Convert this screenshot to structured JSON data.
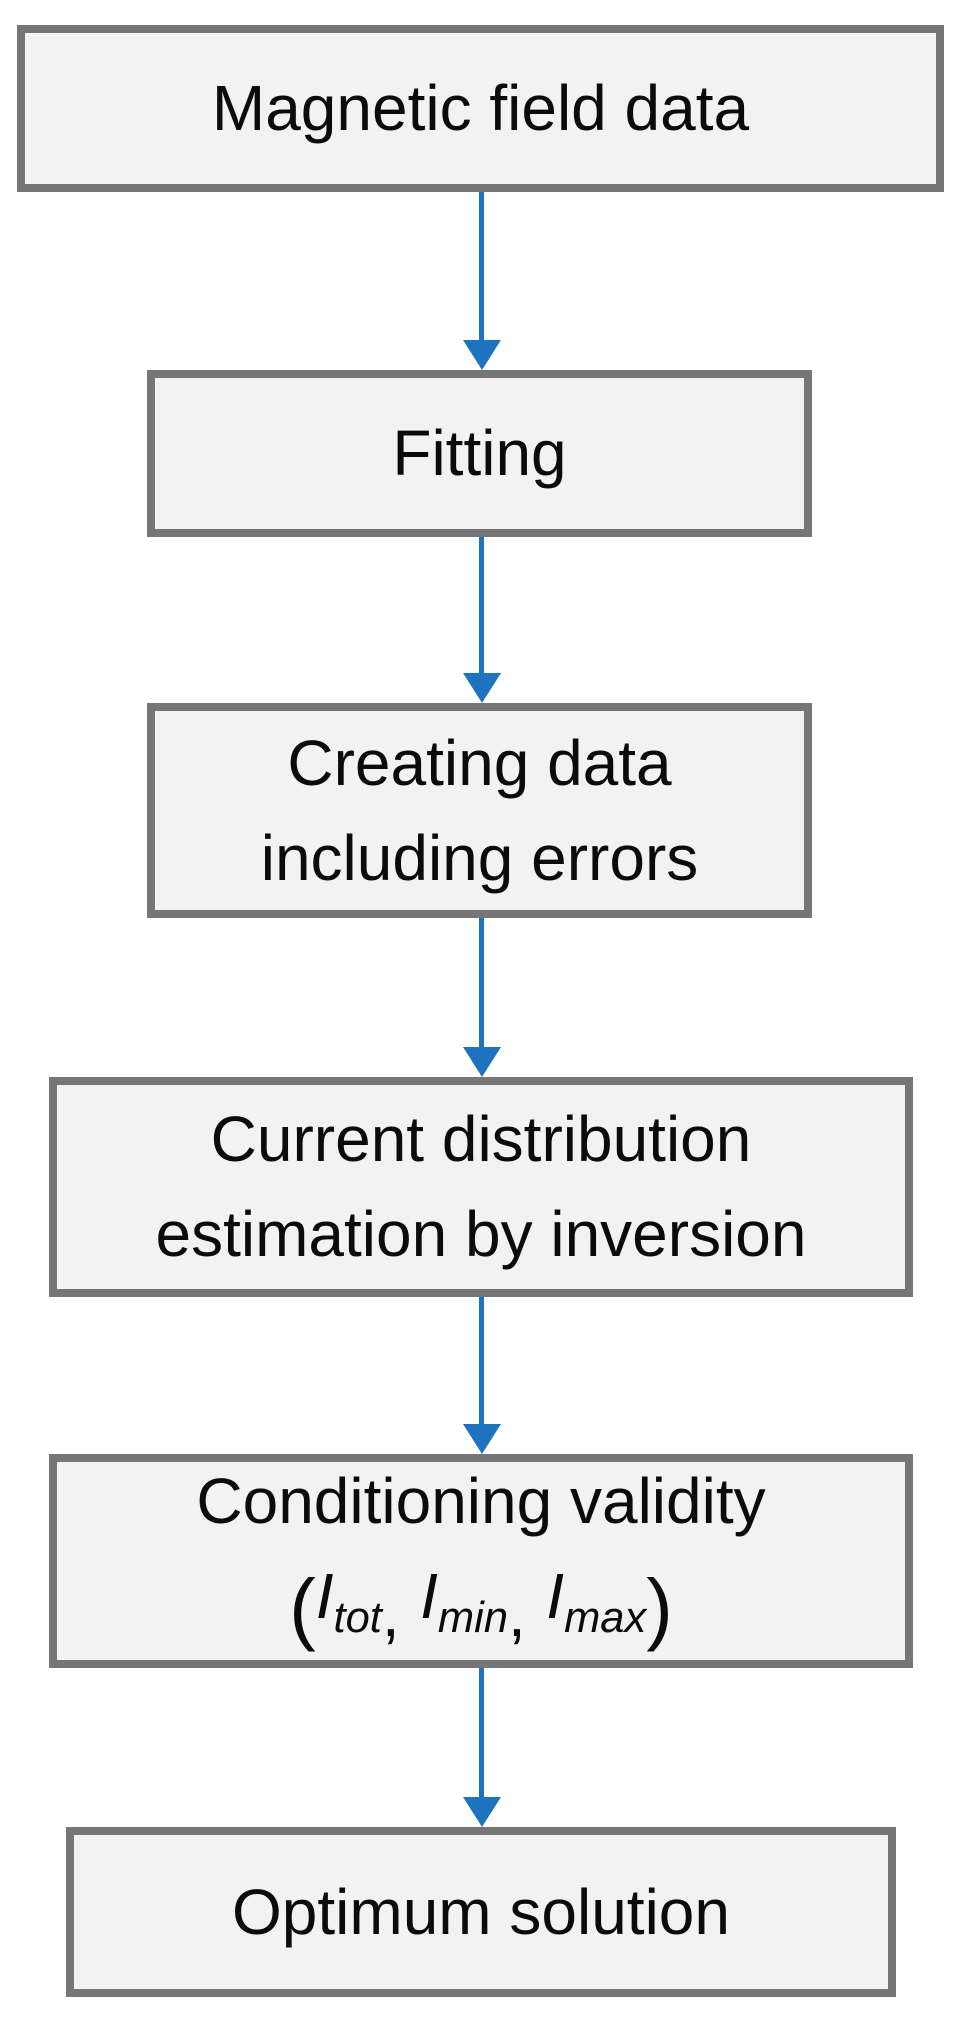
{
  "flowchart": {
    "colors": {
      "background": "#FFFFFF",
      "box_fill": "#F2F2F2",
      "box_border": "#767676",
      "arrow": "#1E73BE",
      "text": "#0B0B0B"
    },
    "nodes": [
      {
        "id": "magnetic-field-data",
        "lines": [
          "Magnetic field data"
        ]
      },
      {
        "id": "fitting",
        "lines": [
          "Fitting"
        ]
      },
      {
        "id": "creating-data-including-errors",
        "lines": [
          "Creating data",
          "including errors"
        ]
      },
      {
        "id": "current-distribution-estimation",
        "lines": [
          "Current distribution",
          "estimation by inversion"
        ]
      },
      {
        "id": "conditioning-validity",
        "lines": [
          "Conditioning validity"
        ],
        "formula": {
          "open": "(",
          "close": ")",
          "separator": ",",
          "terms": [
            {
              "base": "I",
              "sub": "tot"
            },
            {
              "base": "I",
              "sub": "min"
            },
            {
              "base": "I",
              "sub": "max"
            }
          ]
        }
      },
      {
        "id": "optimum-solution",
        "lines": [
          "Optimum solution"
        ]
      }
    ],
    "connections": [
      {
        "from": "magnetic-field-data",
        "to": "fitting"
      },
      {
        "from": "fitting",
        "to": "creating-data-including-errors"
      },
      {
        "from": "creating-data-including-errors",
        "to": "current-distribution-estimation"
      },
      {
        "from": "current-distribution-estimation",
        "to": "conditioning-validity"
      },
      {
        "from": "conditioning-validity",
        "to": "optimum-solution"
      }
    ]
  }
}
